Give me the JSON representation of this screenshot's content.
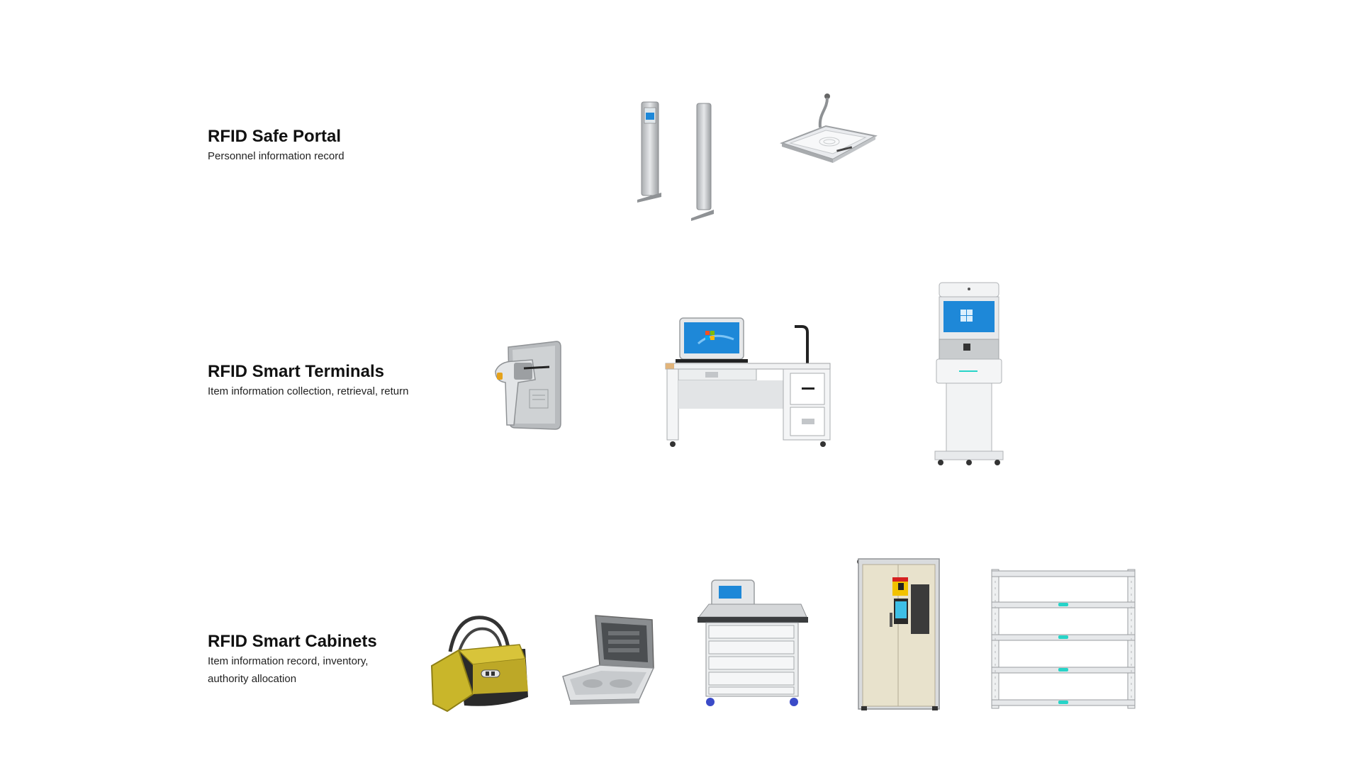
{
  "sections": [
    {
      "title": "RFID Safe Portal",
      "description": "Personnel information record",
      "products": [
        "rfid-gate-pillars",
        "ceiling-rfid-reader"
      ]
    },
    {
      "title": "RFID Smart Terminals",
      "description": "Item information collection, retrieval, return",
      "products": [
        "handheld-rfid-scanner",
        "rfid-smart-desk",
        "rfid-self-service-kiosk"
      ]
    },
    {
      "title": "RFID Smart Cabinets",
      "description_lines": [
        "Item information record, inventory,",
        "authority allocation"
      ],
      "products": [
        "rfid-tool-bag",
        "rfid-tool-case",
        "rfid-tool-cart",
        "rfid-smart-cabinet",
        "rfid-smart-shelf"
      ]
    }
  ],
  "colors": {
    "screen_blue": "#1e88d8",
    "cabinet_cream": "#e8e2cc",
    "bag_yellow": "#c9b62a",
    "led_cyan": "#27d4c8",
    "metal_gray": "#b9bcbf"
  }
}
